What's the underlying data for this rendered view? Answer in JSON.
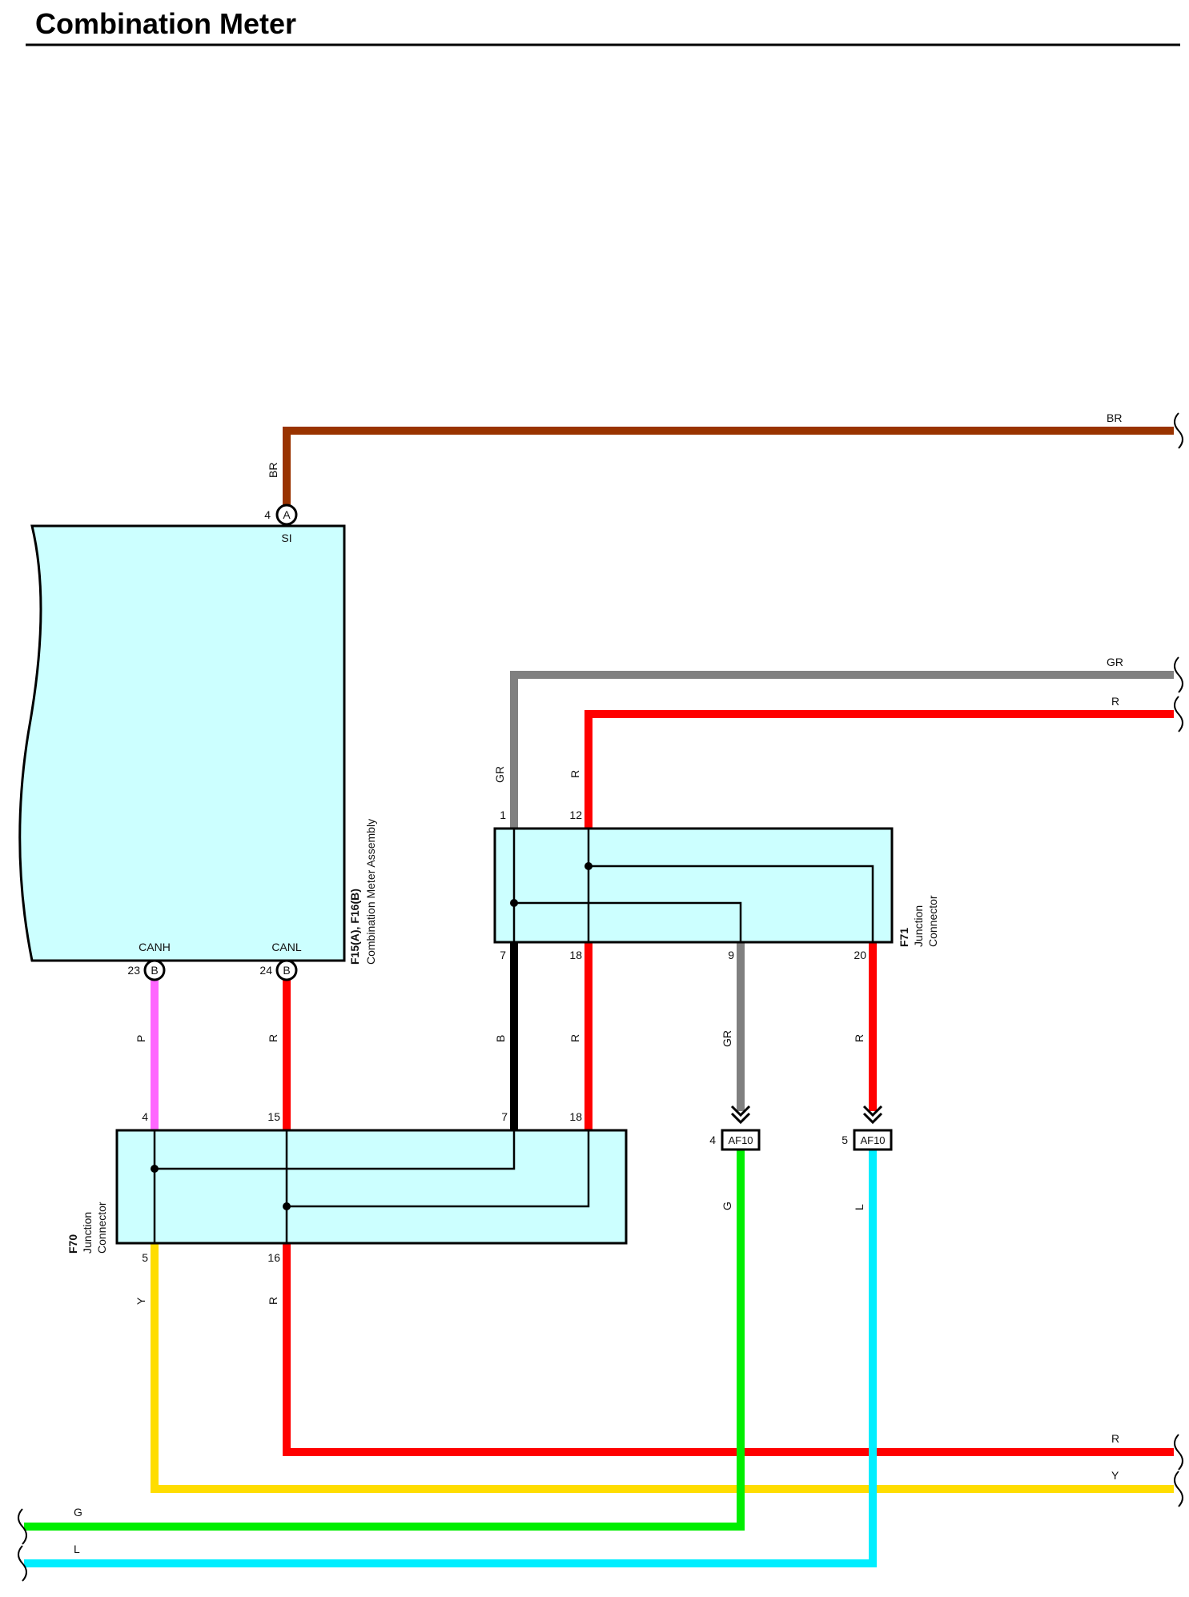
{
  "title": "Combination Meter",
  "colors": {
    "BR": "#993300",
    "GR": "#808080",
    "R": "#ff0000",
    "B": "#000000",
    "P": "#ff66ff",
    "Y": "#ffdd00",
    "G": "#00ee00",
    "L": "#00eeff",
    "box_fill": "#ccffff"
  },
  "meter": {
    "name": "F15(A), F16(B)",
    "desc": "Combination Meter Assembly",
    "pin_si": {
      "num": "4",
      "conn": "A",
      "label": "SI"
    },
    "pin_canh": {
      "num": "23",
      "conn": "B",
      "label": "CANH"
    },
    "pin_canl": {
      "num": "24",
      "conn": "B",
      "label": "CANL"
    }
  },
  "f71": {
    "id": "F71",
    "line1": "Junction",
    "line2": "Connector",
    "top_pins": [
      "1",
      "12"
    ],
    "bottom_pins": [
      "7",
      "18",
      "9",
      "20"
    ]
  },
  "f70": {
    "id": "F70",
    "line1": "Junction",
    "line2": "Connector",
    "top_pins": [
      "4",
      "15",
      "7",
      "18"
    ],
    "bottom_pins": [
      "5",
      "16"
    ]
  },
  "af10": {
    "label": "AF10",
    "pin_left": "4",
    "pin_right": "5"
  },
  "wire_labels": {
    "br_top": "BR",
    "br_right": "BR",
    "gr_right": "GR",
    "r_right_top": "R",
    "gr_vert": "GR",
    "r_vert_top": "R",
    "p_vert": "P",
    "r_canl": "R",
    "b_vert": "B",
    "r_mid": "R",
    "gr_af": "GR",
    "r_af": "R",
    "g_vert": "G",
    "l_vert": "L",
    "y_vert": "Y",
    "r_low_vert": "R",
    "r_right_bottom": "R",
    "y_right": "Y",
    "g_left": "G",
    "l_left": "L"
  }
}
